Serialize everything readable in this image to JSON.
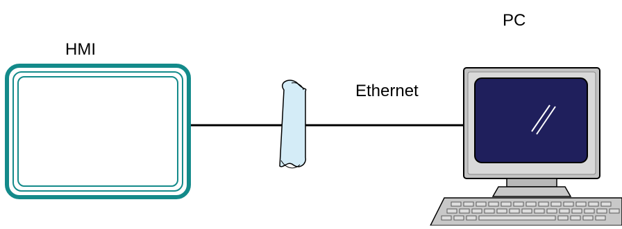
{
  "labels": {
    "hmi": "HMI",
    "pc": "PC",
    "network": "Ethernet"
  },
  "icons": {
    "hmi": "hmi-panel-icon",
    "network": "network-cable-connector-icon",
    "pc": "desktop-computer-icon"
  },
  "colors": {
    "hmi_frame": "#138a8a",
    "connector_fill": "#d4ecf7",
    "cable": "#000000",
    "monitor_body": "#c0c0c0",
    "screen": "#1f1f5c",
    "keyboard": "#c8c8c8"
  }
}
